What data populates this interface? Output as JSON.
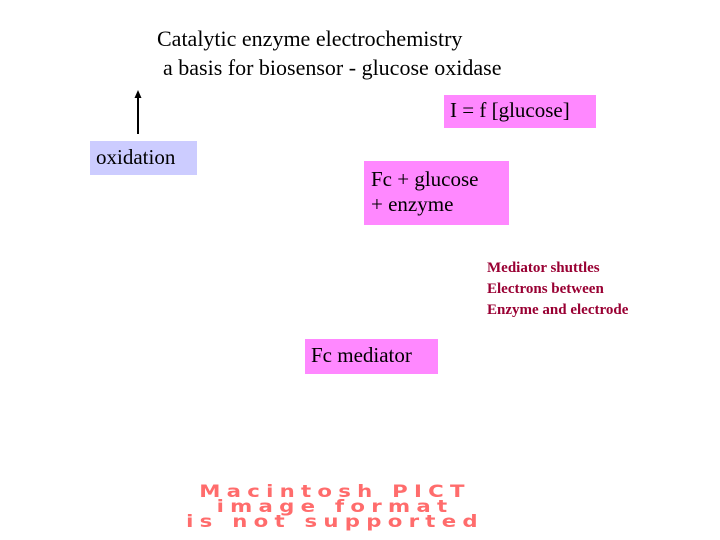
{
  "title": {
    "line1": "Catalytic enzyme electrochemistry",
    "line2": "a basis for biosensor - glucose oxidase"
  },
  "boxes": {
    "equation": "I = f [glucose]",
    "oxidation": "oxidation",
    "fc_glucose_line1": "Fc + glucose",
    "fc_glucose_line2": "+ enzyme",
    "fc_mediator": "Fc mediator"
  },
  "note": {
    "line1": "Mediator shuttles",
    "line2": "Electrons between",
    "line3": "Enzyme and electrode"
  },
  "placeholder_image": {
    "line1": "Macintosh PICT",
    "line2": "image format",
    "line3": "is not supported"
  },
  "icons": {
    "oxidation_arrow": "arrow-up-icon"
  },
  "colors": {
    "box_fill": "#ff88ff",
    "oxidation_fill": "#ccccff",
    "note_text": "#990033",
    "placeholder_text": "#ff6c6c",
    "arrow": "#000000"
  }
}
